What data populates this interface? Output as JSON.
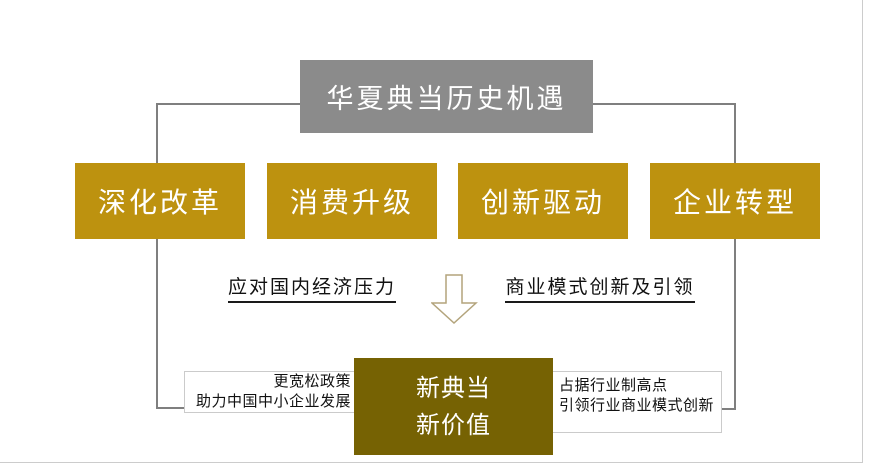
{
  "slide": {
    "title": "华夏典当历史机遇",
    "pillars": [
      {
        "label": "深化改革"
      },
      {
        "label": "消费升级"
      },
      {
        "label": "创新驱动"
      },
      {
        "label": "企业转型"
      }
    ],
    "middle": {
      "left_note": "应对国内经济压力",
      "right_note": "商业模式创新及引领"
    },
    "outcome": {
      "left_box": {
        "line1": "更宽松政策",
        "line2": "助力中国中小企业发展"
      },
      "center_box": {
        "line1": "新典当",
        "line2": "新价值"
      },
      "right_box": {
        "line1": "占据行业制高点",
        "line2": "引领行业商业模式创新"
      }
    }
  },
  "icons": {
    "down_arrow": "down-arrow-icon"
  },
  "colors": {
    "gold": "#bd920f",
    "dark_gold": "#766203",
    "title_gray": "#8b8b8b",
    "frame_gray": "#7f7f7f",
    "side_box_border": "#cbcbcb",
    "arrow_stroke": "#b3a47c",
    "slide_edge": "#cccccc",
    "text": "#111111",
    "box_text": "#ffffff"
  }
}
